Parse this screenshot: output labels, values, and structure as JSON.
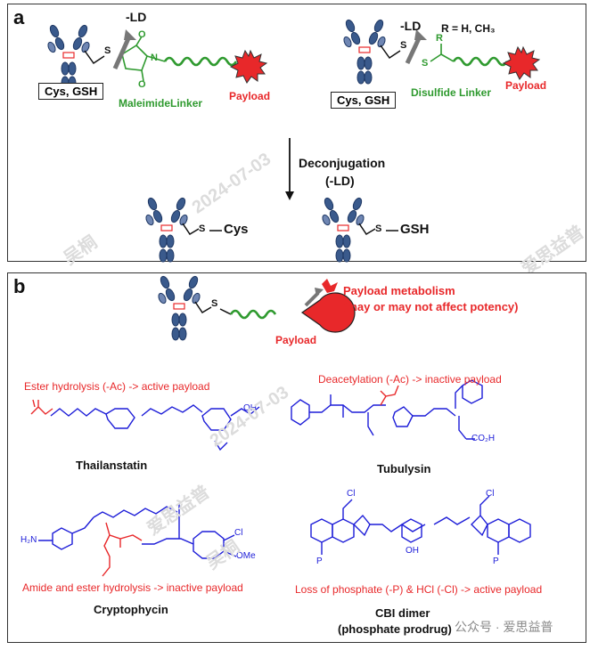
{
  "panel_a": {
    "label": "a",
    "left": {
      "minus_ld": "-LD",
      "s": "S",
      "o_top": "O",
      "o_bottom": "O",
      "n": "N",
      "box": "Cys, GSH",
      "linker": "MaleimideLinker",
      "payload": "Payload"
    },
    "right": {
      "minus_ld": "-LD",
      "r_def": "R = H, CH₃",
      "r": "R",
      "s1": "S",
      "s2": "S",
      "box": "Cys, GSH",
      "linker": "Disulfide Linker",
      "payload": "Payload"
    },
    "arrow_label_1": "Deconjugation",
    "arrow_label_2": "(-LD)",
    "product_left_s": "S",
    "product_left": "Cys",
    "product_right_s": "S",
    "product_right": "GSH"
  },
  "panel_b": {
    "label": "b",
    "top_s": "S",
    "top_payload": "Payload",
    "metab_1": "Payload metabolism",
    "metab_2": "(may or may not affect potency)",
    "thai_note": "Ester hydrolysis (-Ac) -> active payload",
    "thai_name": "Thailanstatin",
    "tuby_note": "Deacetylation (-Ac) -> inactive payload",
    "tuby_name": "Tubulysin",
    "crypto_note": "Amide and ester hydrolysis -> inactive payload",
    "crypto_name": "Cryptophycin",
    "cbi_note": "Loss of phosphate (-P) & HCl  (-Cl) -> active payload",
    "cbi_name_1": "CBI dimer",
    "cbi_name_2": "(phosphate prodrug)",
    "cl1": "Cl",
    "cl2": "Cl",
    "oh": "OH",
    "nh2": "H₂N",
    "ome": "OMe",
    "cl_ar": "Cl",
    "co2h": "CO₂H",
    "cooh": "OH",
    "p1": "P",
    "p2": "P"
  },
  "watermarks": {
    "date1": "2024-07-03",
    "date2": "2024-07-03",
    "wm_name1": "吴桐",
    "wm_name2": "爱思益普",
    "wm_name3": "爱思益普",
    "wm_name4": "吴桐"
  },
  "footer": {
    "brand": "公众号 · 爱思益普"
  },
  "colors": {
    "antibody": "#1f3864",
    "linker": "#2f9a2f",
    "payload": "#e8282a",
    "structure": "#1d1dd8",
    "highlight": "#e8282a",
    "arrow": "#777777"
  }
}
